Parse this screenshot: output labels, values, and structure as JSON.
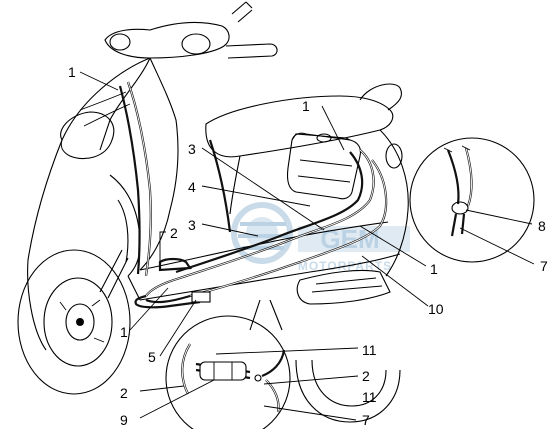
{
  "callouts": [
    {
      "id": "c1a",
      "text": "1"
    },
    {
      "id": "c1b",
      "text": "1"
    },
    {
      "id": "c1c",
      "text": "1"
    },
    {
      "id": "c1d",
      "text": "1"
    },
    {
      "id": "c2a",
      "text": "2"
    },
    {
      "id": "c2b",
      "text": "2"
    },
    {
      "id": "c2c",
      "text": "2"
    },
    {
      "id": "c3a",
      "text": "3"
    },
    {
      "id": "c3b",
      "text": "3"
    },
    {
      "id": "c4",
      "text": "4"
    },
    {
      "id": "c5",
      "text": "5"
    },
    {
      "id": "c7a",
      "text": "7"
    },
    {
      "id": "c7b",
      "text": "7"
    },
    {
      "id": "c8",
      "text": "8"
    },
    {
      "id": "c9",
      "text": "9"
    },
    {
      "id": "c10",
      "text": "10"
    },
    {
      "id": "c11a",
      "text": "11"
    },
    {
      "id": "c11b",
      "text": "11"
    }
  ],
  "watermark": {
    "brand": "GEM",
    "subtitle": "MOTORPARTS",
    "color": "#a9c7dd"
  }
}
